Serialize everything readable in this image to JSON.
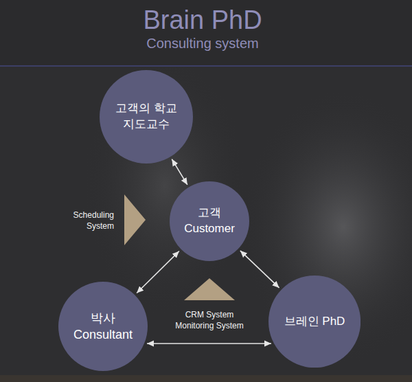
{
  "diagram": {
    "title": "Brain PhD",
    "nodes": [
      {
        "text": [
          "고객의 학교지도교수"
        ]
      },
      {
        "text": [
          "고객 Customer"
        ]
      },
      {
        "text": [
          "박사 Consultant"
        ]
      },
      {
        "text": [
          "브레인 PhD"
        ]
      }
    ],
    "edges": [
      {
        "from": 0,
        "to": 1,
        "arrow": "both"
      },
      {
        "from": 2,
        "to": 1,
        "arrow": "both"
      },
      {
        "from": 1,
        "to": 3,
        "arrow": "both"
      },
      {
        "from": 2,
        "to": 3,
        "arrow": "both"
      }
    ],
    "labels": [
      "Consulting system",
      "Scheduling System",
      "CRM System",
      "Monitoring System"
    ]
  }
}
